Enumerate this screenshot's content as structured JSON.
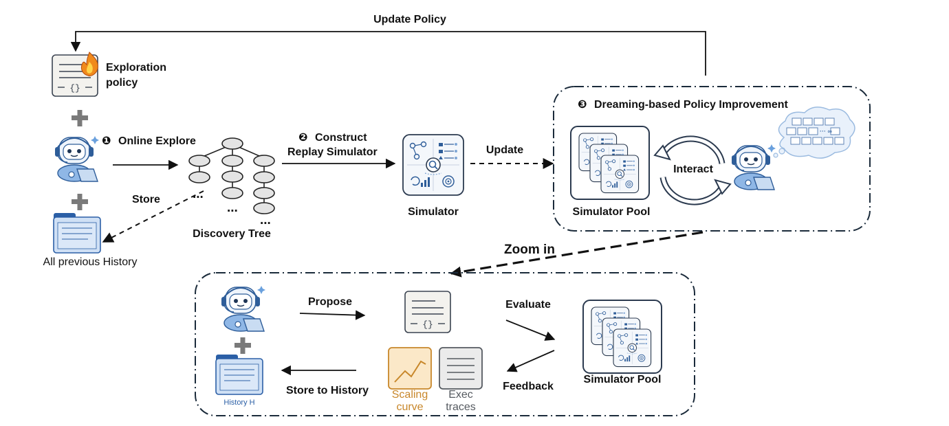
{
  "labels": {
    "update_policy": "Update Policy",
    "exploration_policy_line1": "Exploration",
    "exploration_policy_line2": "policy",
    "step1_marker": "❶",
    "step1": "Online Explore",
    "step2_marker": "❷",
    "step2_line1": "Construct",
    "step2_line2": "Replay Simulator",
    "step3_marker": "❸",
    "step3": "Dreaming-based Policy Improvement",
    "store": "Store",
    "all_previous_history": "All previous History",
    "discovery_tree": "Discovery Tree",
    "tree_dots": "...",
    "simulator": "Simulator",
    "update": "Update",
    "simulator_pool": "Simulator Pool",
    "interact": "Interact",
    "zoom_in": "Zoom in",
    "propose": "Propose",
    "evaluate": "Evaluate",
    "feedback": "Feedback",
    "store_to_history": "Store to History",
    "history_h": "History H",
    "scaling_curve_line1": "Scaling",
    "scaling_curve_line2": "curve",
    "exec_traces_line1": "Exec",
    "exec_traces_line2": "traces",
    "code_glyph": "— { } —",
    "dream_dots": "··· ∞"
  },
  "colors": {
    "line": "#111111",
    "icon_stroke": "#3a4350",
    "icon_fill": "#f3f2ee",
    "tree_fill": "#e4e4e4",
    "history_blue": "#2b5fa6",
    "history_fill": "#cfe0f5",
    "scaling_orange": "#c8872a",
    "scaling_fill": "#fbe8c8",
    "exec_gray": "#555a60",
    "fire": "#f08a1c",
    "cloud_fill": "#e9f1fb",
    "cloud_stroke": "#9bbbe0"
  },
  "icons": {
    "policy": "code-document-icon",
    "fire": "fire-icon",
    "plus": "plus-icon",
    "agent": "robot-agent-icon",
    "folder": "history-folder-icon",
    "simulator": "simulator-icon",
    "cycle": "cycle-arrows-icon",
    "cloud": "dream-cloud-icon"
  }
}
